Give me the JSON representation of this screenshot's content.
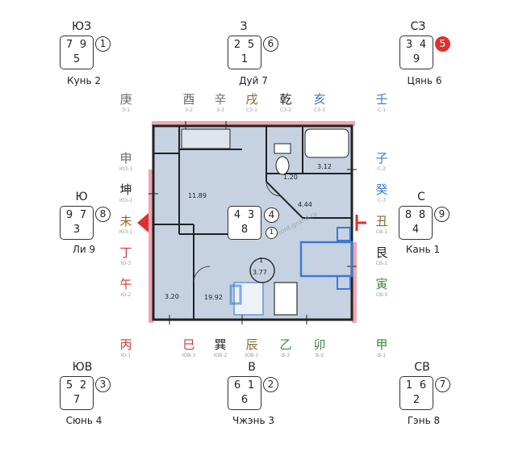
{
  "colors": {
    "accent_red": "#e03030",
    "metal": "#6b6b6b",
    "earth": "#8a6a30",
    "water": "#3c7ad0",
    "wood": "#3b8a3b",
    "fire": "#d03a3a",
    "dark": "#222222",
    "plan_fill": "#c6d2e2",
    "plan_pink": "#f0a8b0"
  },
  "sectors": {
    "nw": {
      "dir": "ЮЗ",
      "a": "7",
      "b": "9",
      "c": "5",
      "circ": "1",
      "name": "Кунь 2"
    },
    "n": {
      "dir": "З",
      "a": "2",
      "b": "5",
      "c": "1",
      "circ": "6",
      "name": "Дуй 7"
    },
    "ne": {
      "dir": "СЗ",
      "a": "3",
      "b": "4",
      "c": "9",
      "circ": "5",
      "name": "Цянь 6"
    },
    "w": {
      "dir": "Ю",
      "a": "9",
      "b": "7",
      "c": "3",
      "circ": "8",
      "name": "Ли 9"
    },
    "e": {
      "dir": "С",
      "a": "8",
      "b": "8",
      "c": "4",
      "circ": "9",
      "name": "Кань 1"
    },
    "sw": {
      "dir": "ЮВ",
      "a": "5",
      "b": "2",
      "c": "7",
      "circ": "3",
      "name": "Сюнь 4"
    },
    "s": {
      "dir": "В",
      "a": "6",
      "b": "1",
      "c": "6",
      "circ": "2",
      "name": "Чжэнь 3"
    },
    "se": {
      "dir": "СВ",
      "a": "1",
      "b": "6",
      "c": "2",
      "circ": "7",
      "name": "Гэнь 8"
    },
    "center": {
      "a": "4",
      "b": "3",
      "c": "8",
      "circ": "4",
      "circ2": "1"
    }
  },
  "top_row": [
    {
      "ch": "庚",
      "sub": "З-1"
    },
    {
      "ch": "酉",
      "sub": "З-2"
    },
    {
      "ch": "辛",
      "sub": "З-3"
    },
    {
      "ch": "戌",
      "sub": "СЗ-1"
    },
    {
      "ch": "乾",
      "sub": "СЗ-2"
    },
    {
      "ch": "亥",
      "sub": "СЗ-3"
    },
    {
      "ch": "壬",
      "sub": "С-1"
    }
  ],
  "left_col": [
    {
      "ch": "申",
      "sub": "ЮЗ-3"
    },
    {
      "ch": "坤",
      "sub": "ЮЗ-2"
    },
    {
      "ch": "未",
      "sub": "ЮЗ-1"
    },
    {
      "ch": "丁",
      "sub": "Ю-3"
    },
    {
      "ch": "午",
      "sub": "Ю-2"
    }
  ],
  "right_col": [
    {
      "ch": "子",
      "sub": "С-2"
    },
    {
      "ch": "癸",
      "sub": "С-3"
    },
    {
      "ch": "丑",
      "sub": "СВ-1"
    },
    {
      "ch": "艮",
      "sub": "СВ-2"
    },
    {
      "ch": "寅",
      "sub": "СВ-3"
    }
  ],
  "bottom_row": [
    {
      "ch": "丙",
      "sub": "Ю-1"
    },
    {
      "ch": "巳",
      "sub": "ЮВ-3"
    },
    {
      "ch": "巽",
      "sub": "ЮВ-2"
    },
    {
      "ch": "辰",
      "sub": "ЮВ-1"
    },
    {
      "ch": "乙",
      "sub": "В-3"
    },
    {
      "ch": "卯",
      "sub": "В-2"
    },
    {
      "ch": "甲",
      "sub": "В-1"
    }
  ],
  "plan": {
    "rooms": [
      "11.89",
      "1.20",
      "3.12",
      "4.44",
      "3.20",
      "19.92",
      "3.77"
    ],
    "circle_label": "1",
    "watermark": "remont-grand.ru"
  }
}
